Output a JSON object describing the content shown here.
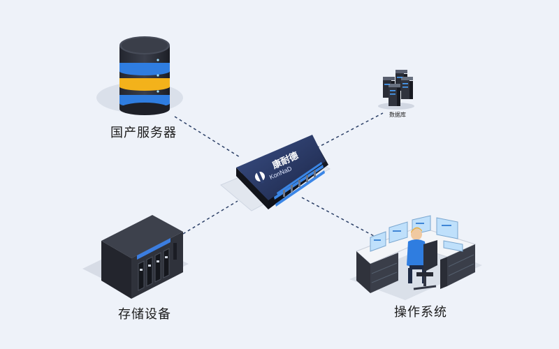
{
  "diagram": {
    "center": {
      "brand_cn": "康耐德",
      "brand_en": "KonNaD"
    },
    "nodes": {
      "domestic_server": {
        "label": "国产服务器"
      },
      "database": {
        "label": "数据库"
      },
      "storage": {
        "label": "存储设备"
      },
      "operating_system": {
        "label": "操作系统"
      }
    }
  },
  "colors": {
    "background": "#eef2f9",
    "connector": "#2b3f66",
    "accent_blue": "#2f7de0",
    "accent_yellow": "#f3b21b",
    "device_dark": "#2a2d36"
  }
}
